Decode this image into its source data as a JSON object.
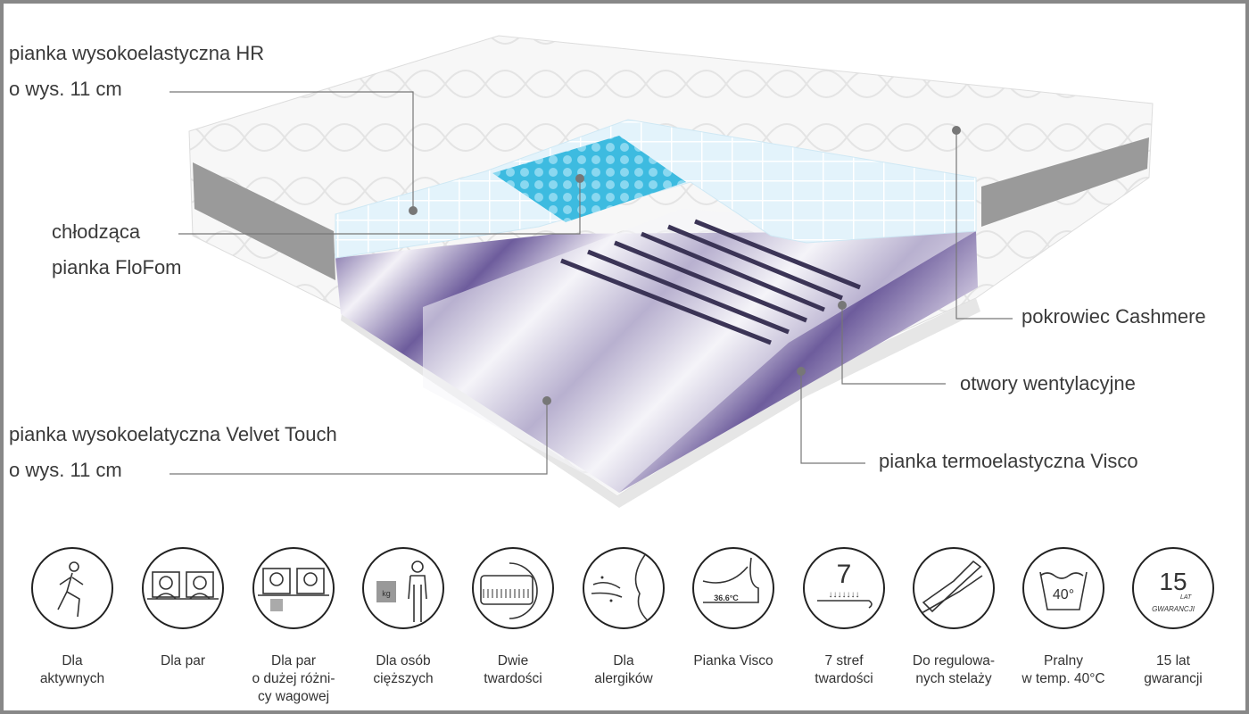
{
  "callouts": {
    "hr_foam": {
      "line1": "pianka wysokoelastyczna HR",
      "line2": "o wys. 11 cm"
    },
    "cooling_foam": {
      "line1": "chłodząca",
      "line2": "pianka FloFom"
    },
    "cover": {
      "line1": "pokrowiec Cashmere"
    },
    "ventilation": {
      "line1": "otwory wentylacyjne"
    },
    "visco": {
      "line1": "pianka termoelastyczna Visco"
    },
    "velvet": {
      "line1": "pianka wysokoelatyczna Velvet Touch",
      "line2": "o wys. 11 cm"
    }
  },
  "features": [
    {
      "icon": "runner-icon",
      "lines": [
        "Dla",
        "aktywnych"
      ]
    },
    {
      "icon": "couple-icon",
      "lines": [
        "Dla par"
      ]
    },
    {
      "icon": "couple-weight-icon",
      "lines": [
        "Dla par",
        "o dużej różni-",
        "cy wagowej"
      ]
    },
    {
      "icon": "weight-person-icon",
      "lines": [
        "Dla osób",
        "cięższych"
      ],
      "badge": "kg"
    },
    {
      "icon": "flip-mattress-icon",
      "lines": [
        "Dwie",
        "twardości"
      ]
    },
    {
      "icon": "allergy-icon",
      "lines": [
        "Dla",
        "alergików"
      ]
    },
    {
      "icon": "visco-hand-icon",
      "lines": [
        "Pianka Visco"
      ],
      "badge": "36.6°C"
    },
    {
      "icon": "zones-icon",
      "lines": [
        "7 stref",
        "twardości"
      ],
      "badge": "7"
    },
    {
      "icon": "adjustable-bed-icon",
      "lines": [
        "Do regulowa-",
        "nych stelaży"
      ]
    },
    {
      "icon": "wash-icon",
      "lines": [
        "Pralny",
        "w temp. 40°C"
      ],
      "badge": "40°"
    },
    {
      "icon": "warranty-icon",
      "lines": [
        "15 lat",
        "gwarancji"
      ],
      "badge": "15",
      "badge_sub": "LAT",
      "badge_arc": "GWARANCJI"
    }
  ],
  "colors": {
    "foam_blue": "#bfe3f5",
    "cool_blue": "#2fb5dc",
    "purple": "#6b5b9a",
    "line": "#777777"
  }
}
